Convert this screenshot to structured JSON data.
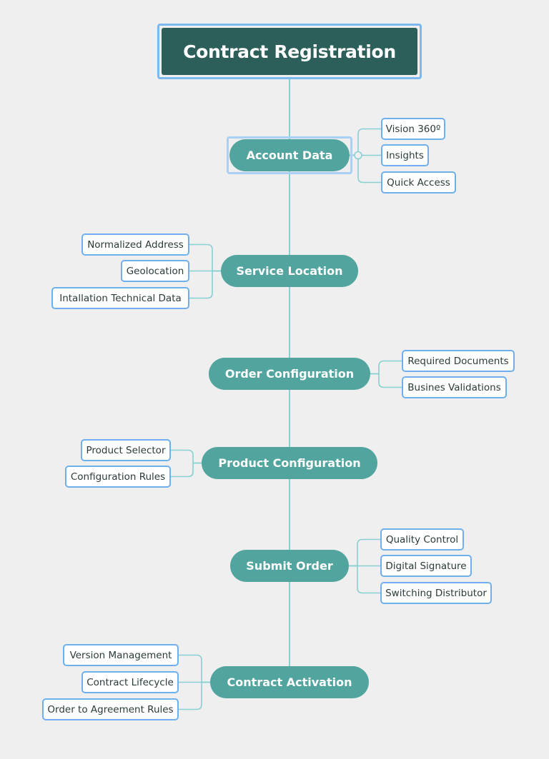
{
  "root": {
    "label": "Contract Registration"
  },
  "colors": {
    "root_fill": "#2c5f5a",
    "branch_fill": "#52a59f",
    "leaf_border": "#6fb0ec",
    "connector": "#88cfd2",
    "background": "#efefef"
  },
  "branches": [
    {
      "label": "Account Data",
      "side": "right",
      "selected": true,
      "children": [
        "Vision 360º",
        "Insights",
        "Quick Access"
      ]
    },
    {
      "label": "Service Location",
      "side": "left",
      "children": [
        "Normalized Address",
        "Geolocation",
        "Intallation Technical Data"
      ]
    },
    {
      "label": "Order Configuration",
      "side": "right",
      "children": [
        "Required Documents",
        "Busines Validations"
      ]
    },
    {
      "label": "Product Configuration",
      "side": "left",
      "children": [
        "Product Selector",
        "Configuration Rules"
      ]
    },
    {
      "label": "Submit Order",
      "side": "right",
      "children": [
        "Quality Control",
        "Digital Signature",
        "Switching Distributor"
      ]
    },
    {
      "label": "Contract Activation",
      "side": "left",
      "children": [
        "Version Management",
        "Contract Lifecycle",
        "Order to Agreement Rules"
      ]
    }
  ]
}
